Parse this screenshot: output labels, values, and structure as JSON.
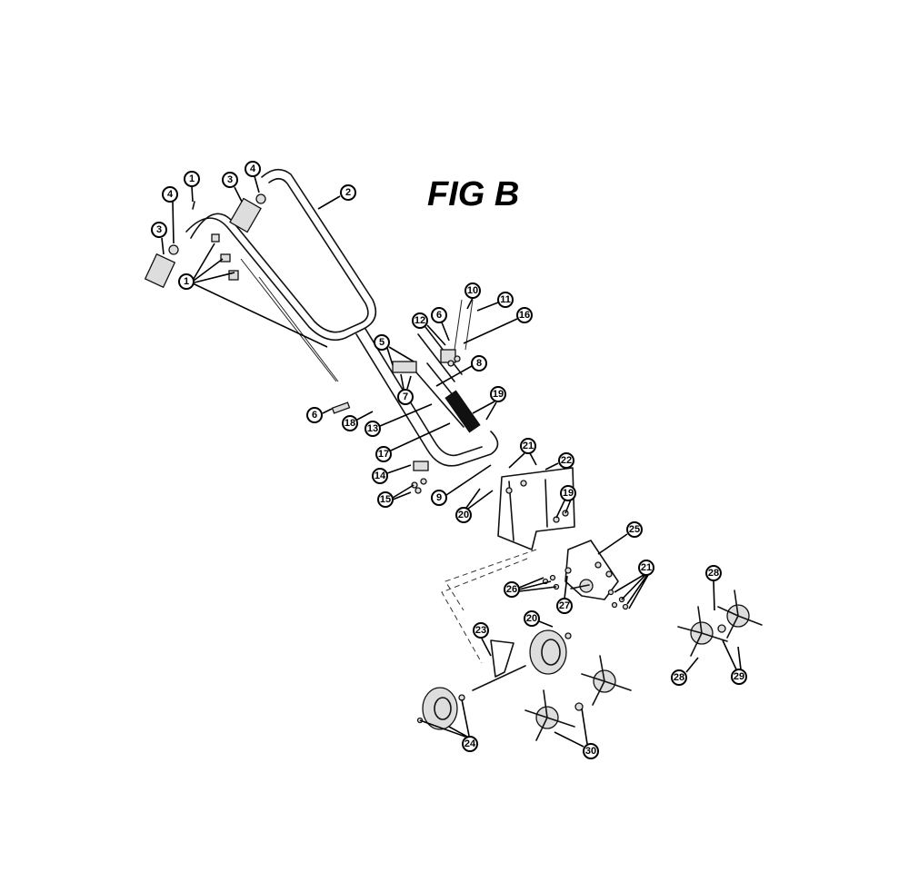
{
  "title": "FIG B",
  "callouts": [
    "1",
    "4",
    "3",
    "4",
    "2",
    "3",
    "1",
    "10",
    "11",
    "6",
    "12",
    "16",
    "5",
    "8",
    "7",
    "19",
    "6",
    "18",
    "13",
    "17",
    "21",
    "22",
    "14",
    "9",
    "15",
    "20",
    "19",
    "25",
    "21",
    "28",
    "26",
    "27",
    "20",
    "23",
    "29",
    "28",
    "24",
    "30"
  ]
}
